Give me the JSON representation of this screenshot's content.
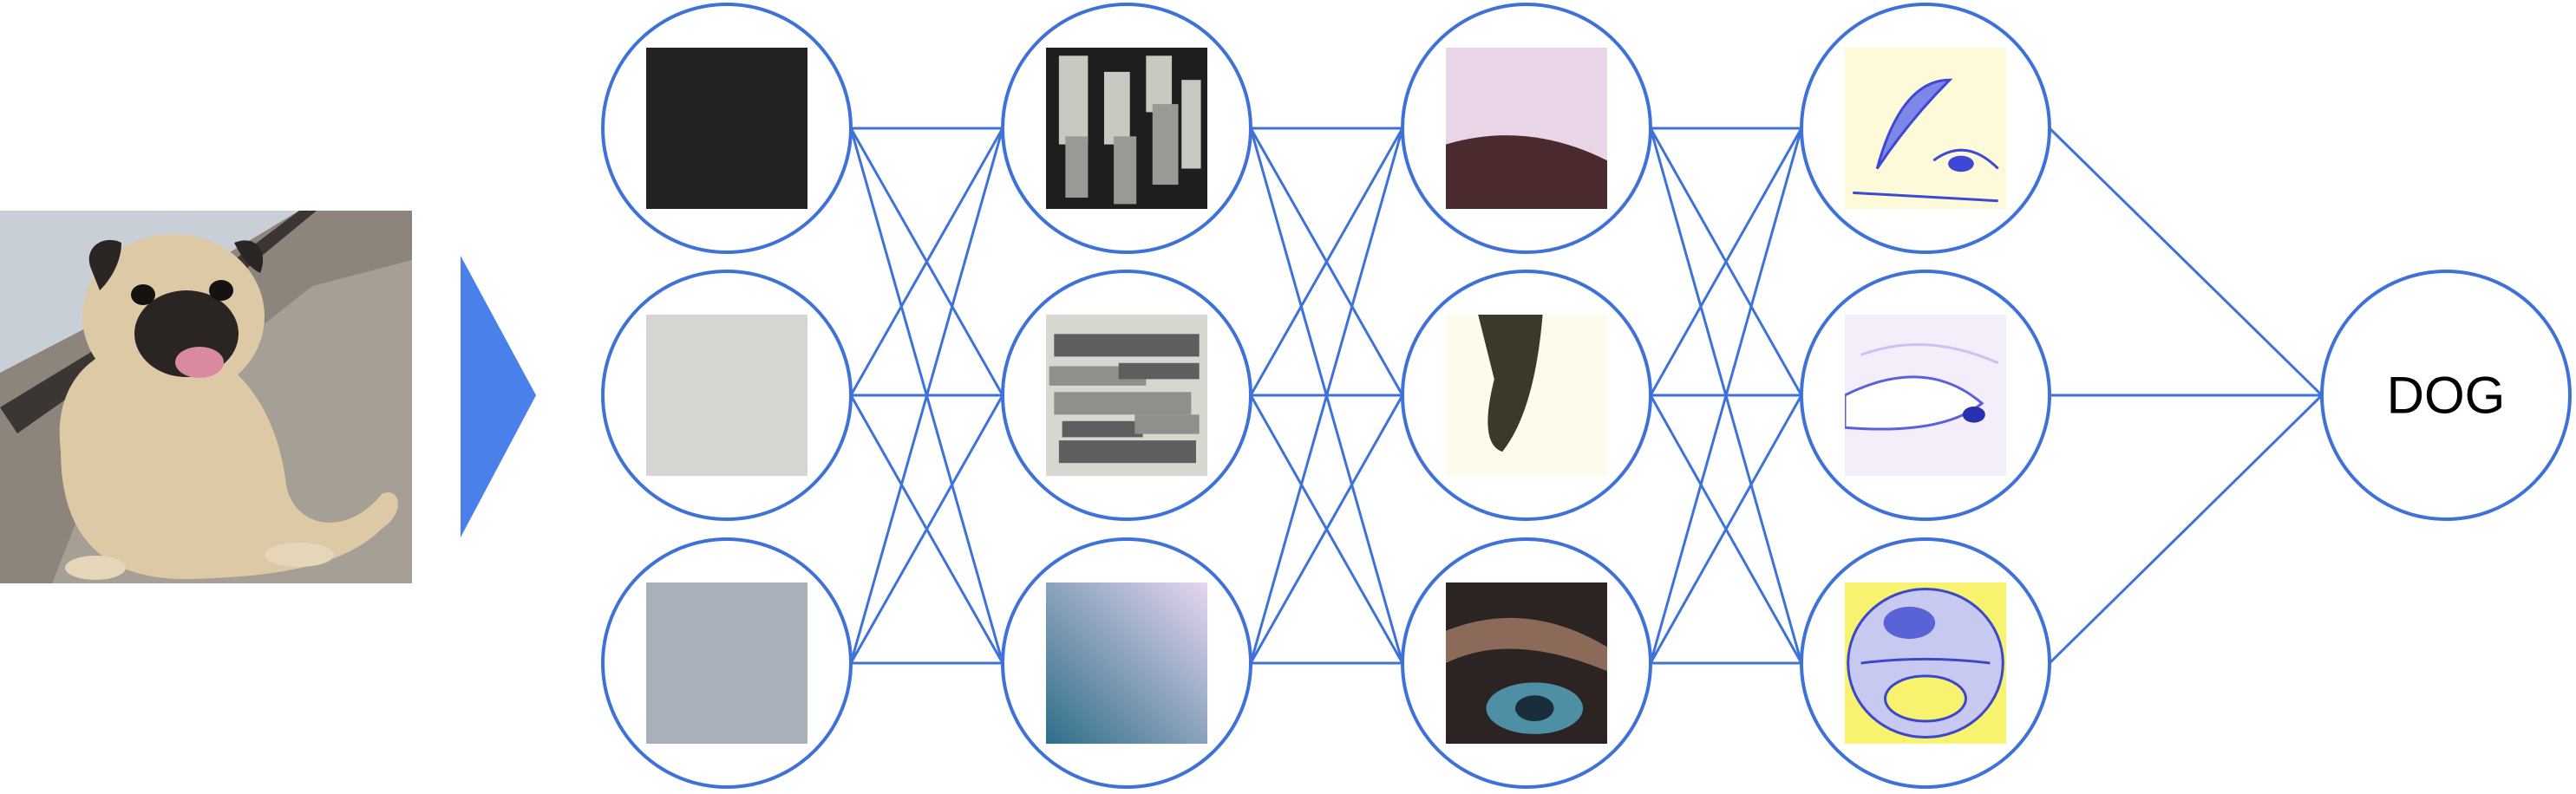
{
  "output": {
    "label": "DOG"
  },
  "colors": {
    "node_stroke": "#3e72d9",
    "edge_stroke": "#3e72d9",
    "arrow_fill": "#4a80ea",
    "background": "#ffffff"
  },
  "input_image": {
    "description_icon": "pug-photo",
    "tones": {
      "wall": "#c9cfd6",
      "ground": "#8d857b",
      "fur": "#ddc9a6",
      "face": "#2a2522",
      "tongue": "#d98aa0"
    }
  },
  "layers": [
    {
      "name": "layer-1",
      "features": [
        {
          "kind": "solid-dark",
          "colors": [
            "#232325"
          ]
        },
        {
          "kind": "solid-light",
          "colors": [
            "#d6d5d1"
          ]
        },
        {
          "kind": "solid-grey",
          "colors": [
            "#aab0ba"
          ]
        }
      ]
    },
    {
      "name": "layer-2",
      "features": [
        {
          "kind": "vertical-bars",
          "colors": [
            "#1e1e1e",
            "#c9c8c1",
            "#9a9993"
          ]
        },
        {
          "kind": "horizontal-bars",
          "colors": [
            "#d7d6cf",
            "#5e5e5e",
            "#8f8f8c"
          ]
        },
        {
          "kind": "gradient",
          "colors": [
            "#2e6e89",
            "#e6d6ef"
          ]
        }
      ]
    },
    {
      "name": "layer-3",
      "features": [
        {
          "kind": "pink-dark-edge",
          "colors": [
            "#e8d6e8",
            "#4a2a2c"
          ]
        },
        {
          "kind": "dark-curve",
          "colors": [
            "#fffbea",
            "#3b3a2a"
          ]
        },
        {
          "kind": "eye-texture",
          "colors": [
            "#2c2422",
            "#4e8fa6",
            "#8b6a5a"
          ]
        }
      ]
    },
    {
      "name": "layer-4",
      "features": [
        {
          "kind": "blue-sketch-ear",
          "colors": [
            "#fdfad9",
            "#3f48d4"
          ]
        },
        {
          "kind": "blue-sketch-paw",
          "colors": [
            "#f4eefb",
            "#5b5fe0"
          ]
        },
        {
          "kind": "blue-sketch-face",
          "colors": [
            "#f7f36f",
            "#3d48c9"
          ]
        }
      ]
    }
  ]
}
